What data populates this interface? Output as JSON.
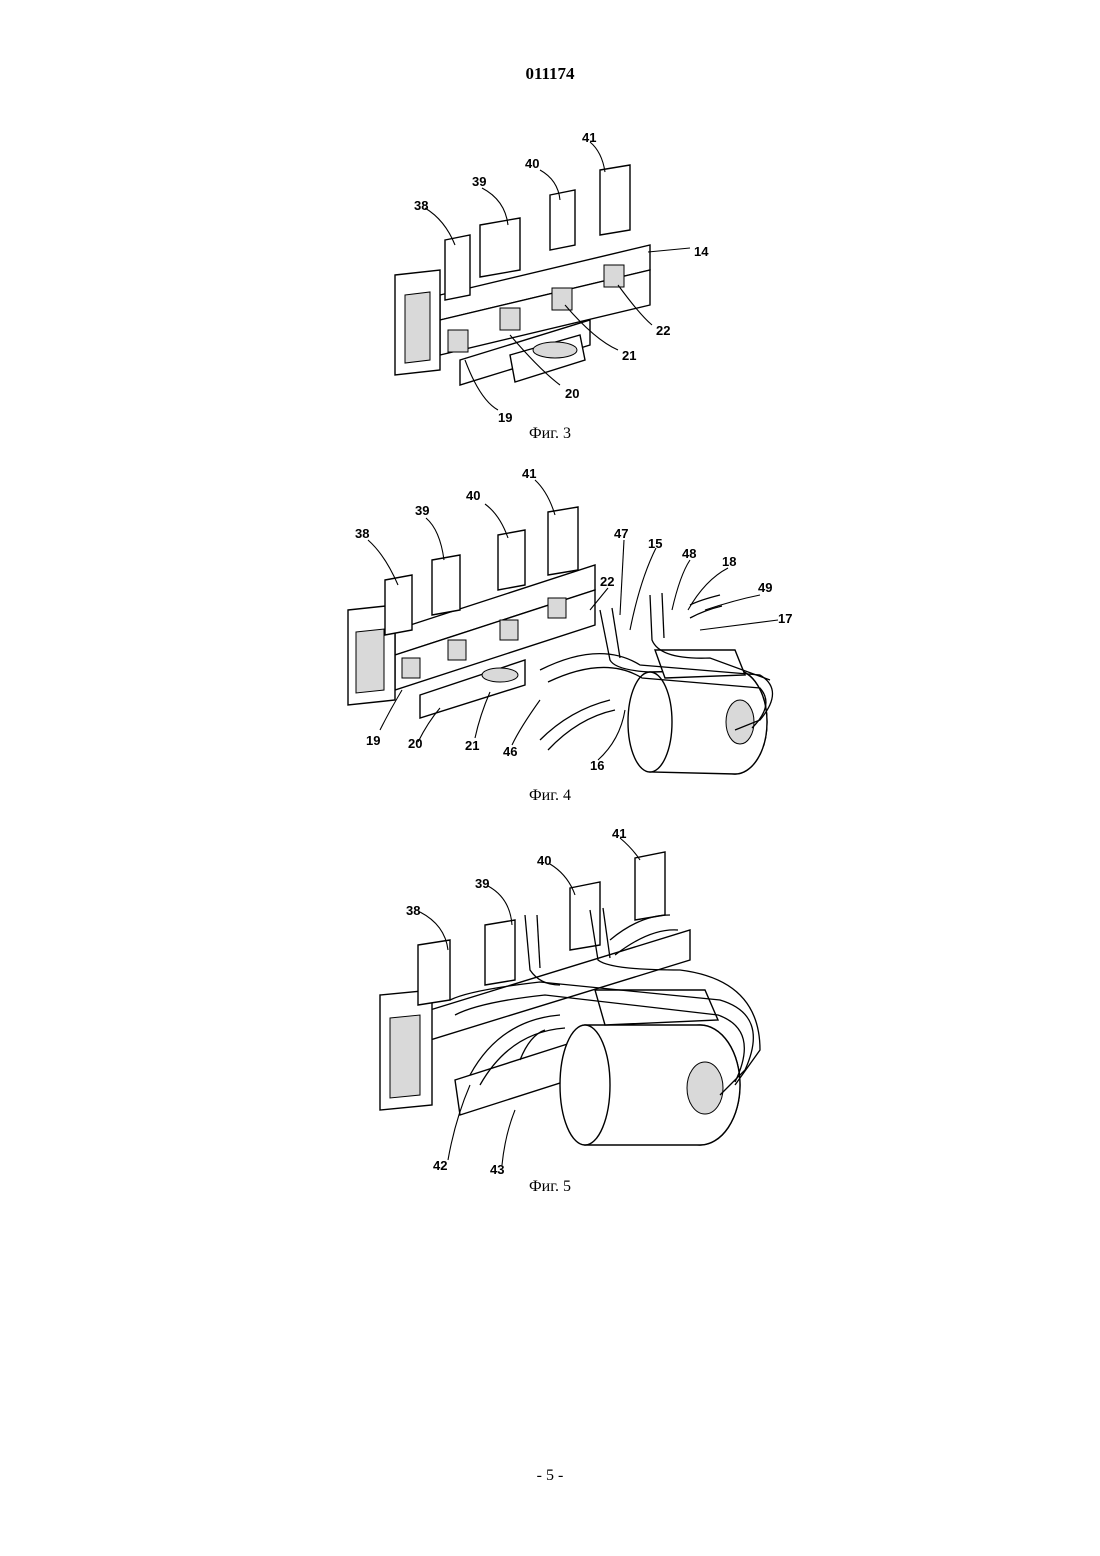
{
  "header": {
    "doc_number": "011174"
  },
  "figures": [
    {
      "caption": "Фиг. 3",
      "labels": [
        "38",
        "39",
        "40",
        "41",
        "14",
        "22",
        "21",
        "20",
        "19"
      ]
    },
    {
      "caption": "Фиг. 4",
      "labels": [
        "38",
        "39",
        "40",
        "41",
        "47",
        "15",
        "48",
        "18",
        "49",
        "22",
        "17",
        "19",
        "20",
        "21",
        "46",
        "16"
      ]
    },
    {
      "caption": "Фиг. 5",
      "labels": [
        "38",
        "39",
        "40",
        "41",
        "42",
        "43"
      ]
    }
  ],
  "footer": {
    "page_number": "- 5 -"
  }
}
